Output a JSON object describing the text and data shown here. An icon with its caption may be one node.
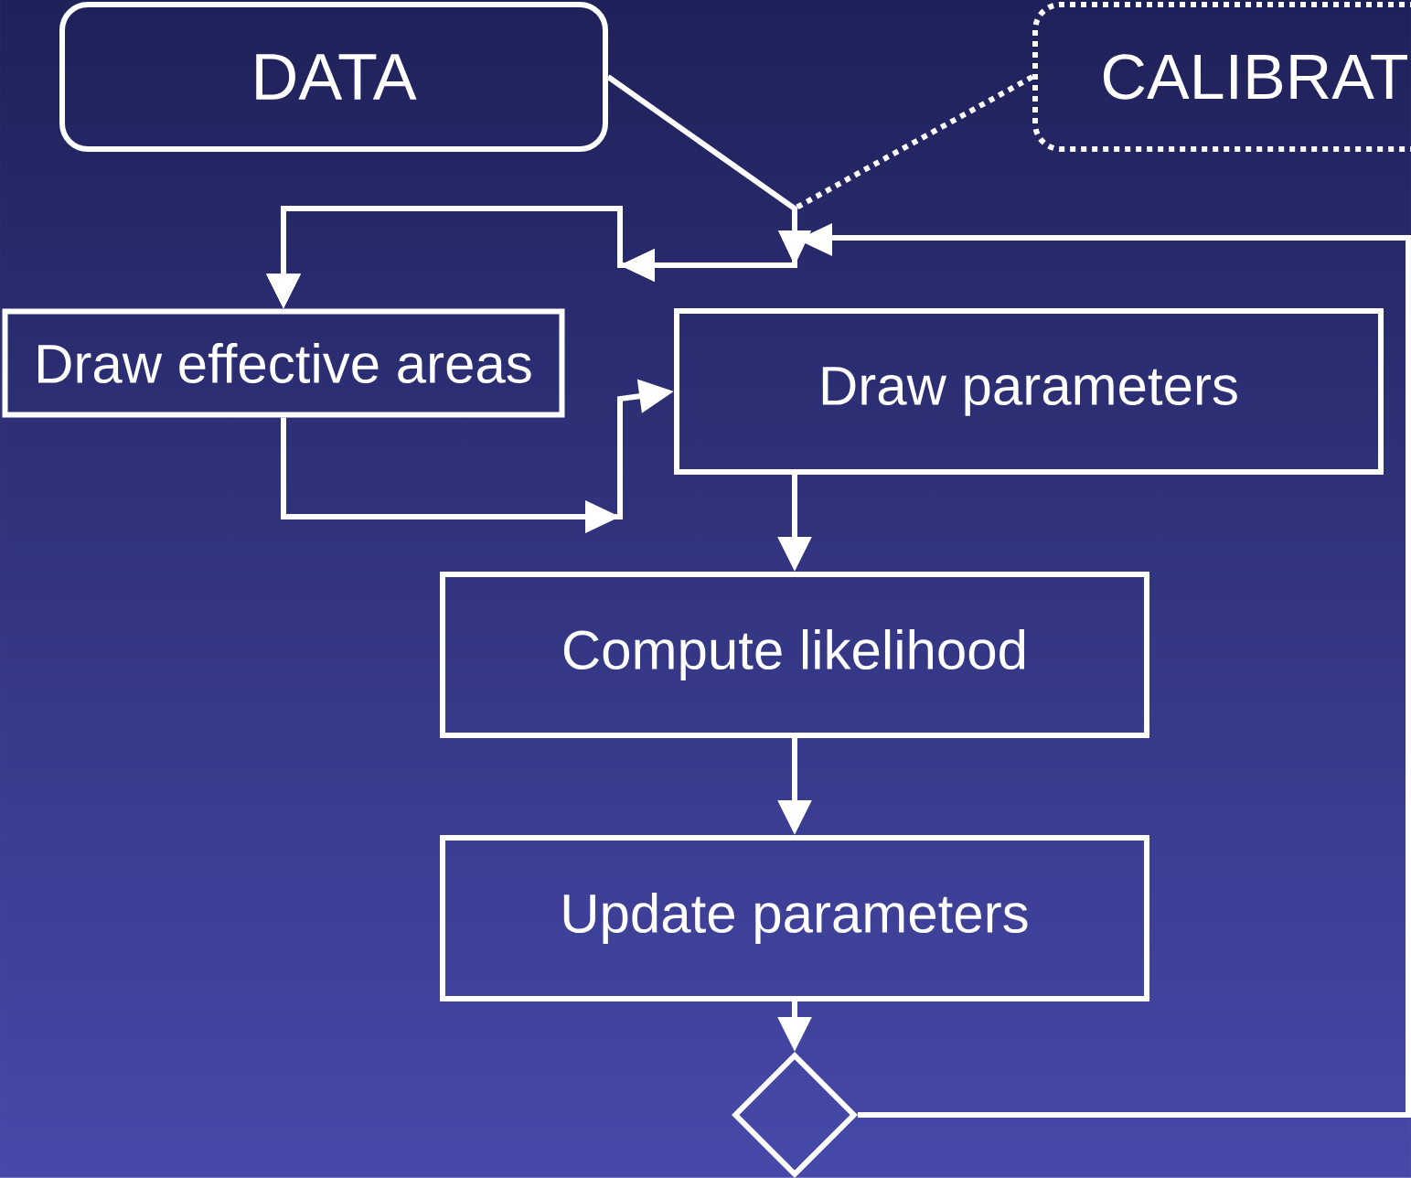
{
  "diagram": {
    "nodes": [
      {
        "text": [
          "DATA"
        ]
      },
      {
        "text": [
          "CALIBRAT"
        ]
      },
      {
        "text": [
          "Draw effective areas"
        ]
      },
      {
        "text": [
          "Draw parameters"
        ]
      },
      {
        "text": [
          "Compute likelihood"
        ]
      },
      {
        "text": [
          "Update parameters"
        ]
      },
      {
        "text": [],
        "shape": "diamond"
      }
    ],
    "edges": [
      {
        "from": 0,
        "to": 2,
        "arrow": "to"
      },
      {
        "from": 1,
        "to": 2,
        "arrow": "to",
        "style": "dashed"
      },
      {
        "from": 6,
        "to": 2,
        "arrow": "to"
      },
      {
        "from": 2,
        "to": 3,
        "arrow": "to"
      },
      {
        "from": 3,
        "to": 4,
        "arrow": "to"
      },
      {
        "from": 4,
        "to": 5,
        "arrow": "to"
      },
      {
        "from": 5,
        "to": 6,
        "arrow": "to"
      }
    ]
  }
}
